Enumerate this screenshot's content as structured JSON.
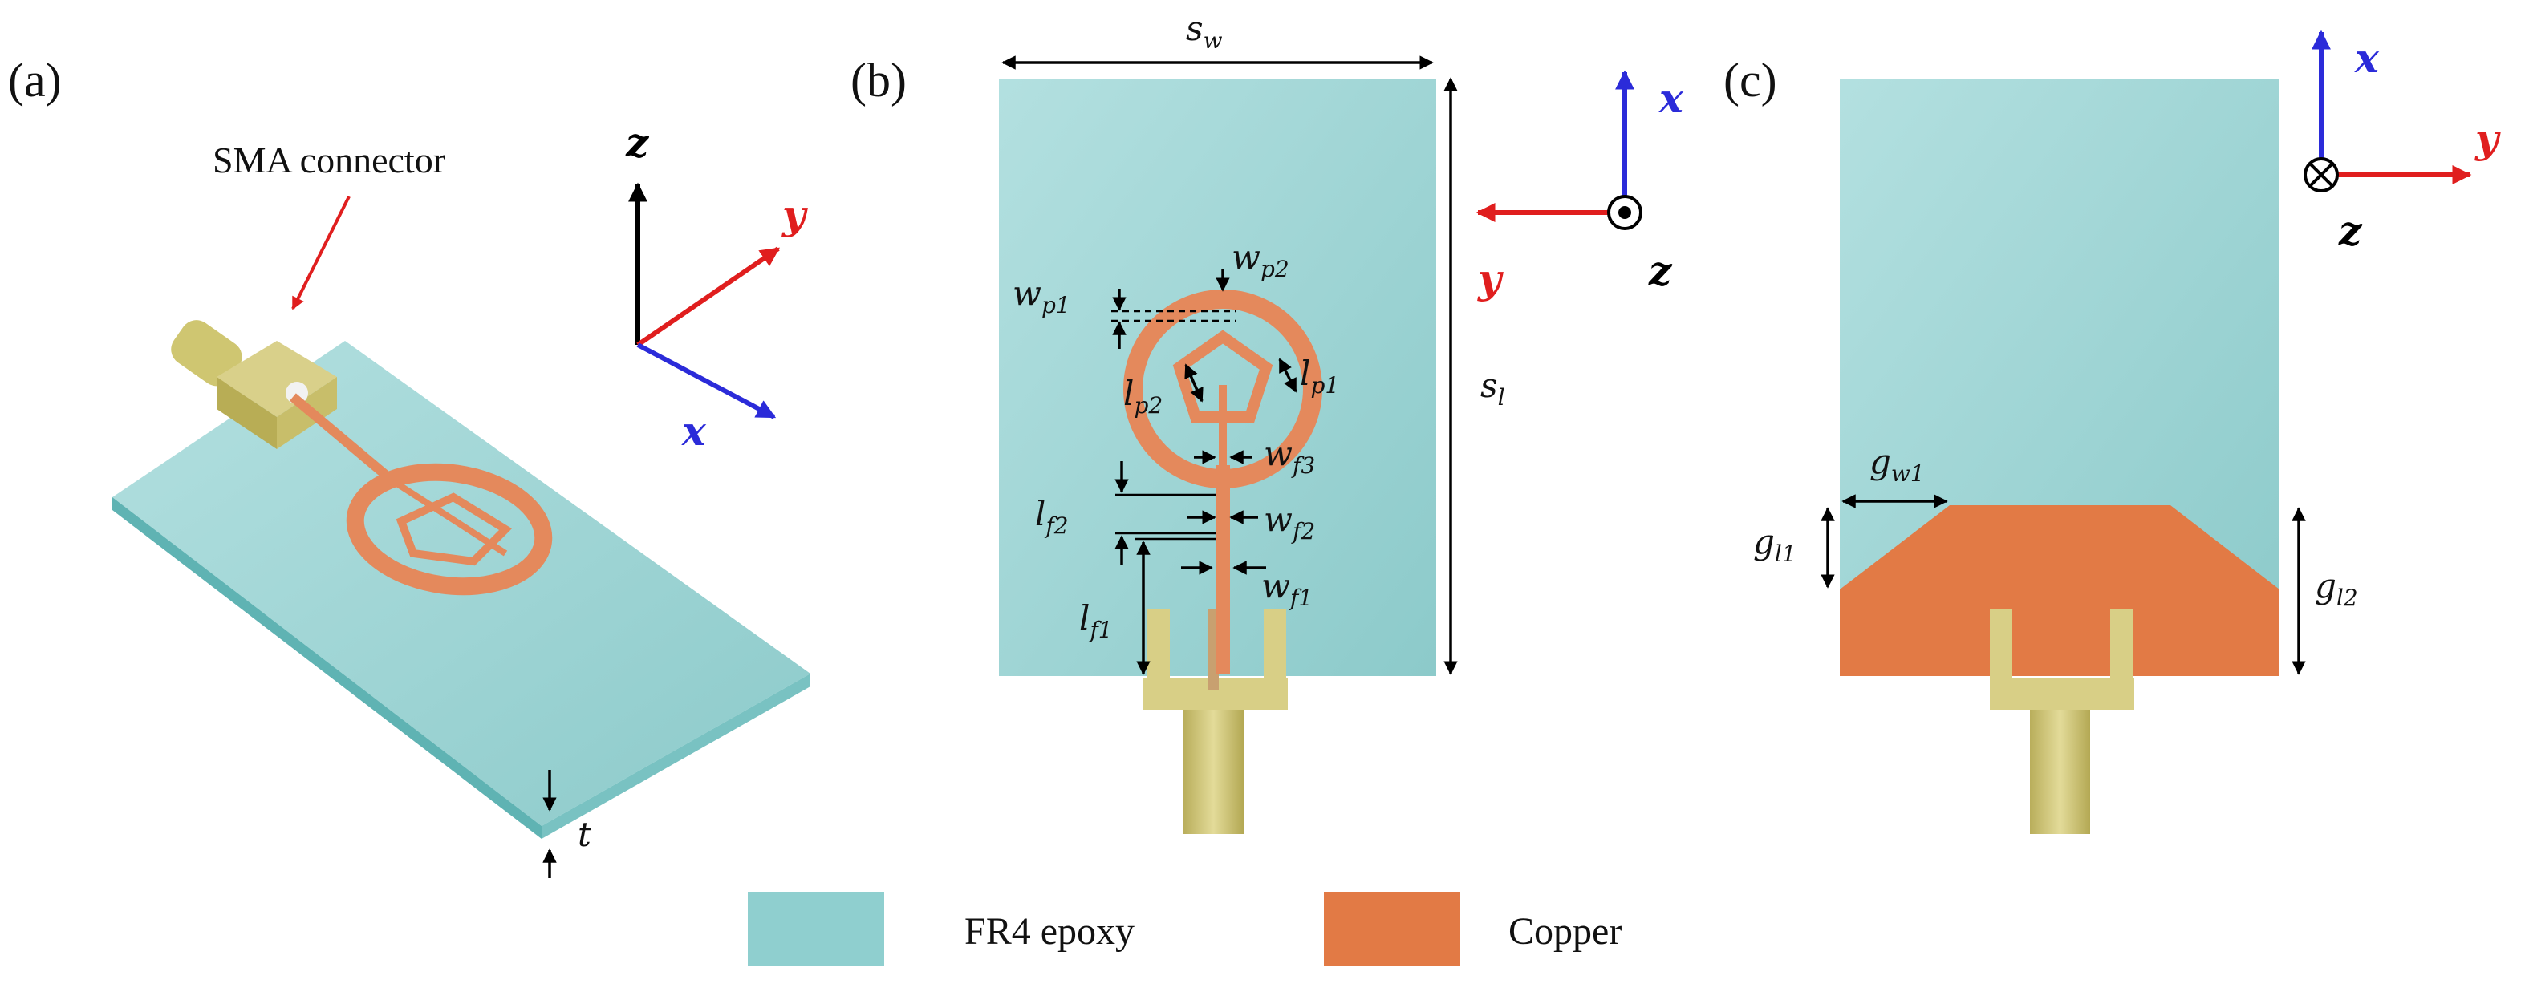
{
  "panels": {
    "a": "(a)",
    "b": "(b)",
    "c": "(c)"
  },
  "callout": {
    "sma": "SMA connector"
  },
  "axes": {
    "x": "x",
    "y": "y",
    "z": "z"
  },
  "dimensions": {
    "sw": {
      "base": "s",
      "sub": "w"
    },
    "sl": {
      "base": "s",
      "sub": "l"
    },
    "t": {
      "base": "t",
      "sub": ""
    },
    "wp1": {
      "base": "w",
      "sub": "p1"
    },
    "wp2": {
      "base": "w",
      "sub": "p2"
    },
    "lp1": {
      "base": "l",
      "sub": "p1"
    },
    "lp2": {
      "base": "l",
      "sub": "p2"
    },
    "wf1": {
      "base": "w",
      "sub": "f1"
    },
    "wf2": {
      "base": "w",
      "sub": "f2"
    },
    "wf3": {
      "base": "w",
      "sub": "f3"
    },
    "lf1": {
      "base": "l",
      "sub": "f1"
    },
    "lf2": {
      "base": "l",
      "sub": "f2"
    },
    "gw1": {
      "base": "g",
      "sub": "w1"
    },
    "gl1": {
      "base": "g",
      "sub": "l1"
    },
    "gl2": {
      "base": "g",
      "sub": "l2"
    }
  },
  "legend": [
    {
      "label": "FR4 epoxy",
      "color": "#8fcfcf"
    },
    {
      "label": "Copper",
      "color": "#e27a45"
    }
  ],
  "colors": {
    "substrate": "#9fd6d6",
    "substrate_edge": "#5fb3b3",
    "copper": "#e4895c",
    "connector": "#d8cf86",
    "x_axis": "#2b2bd9",
    "y_axis": "#e01e1e",
    "z_axis": "#000000"
  }
}
